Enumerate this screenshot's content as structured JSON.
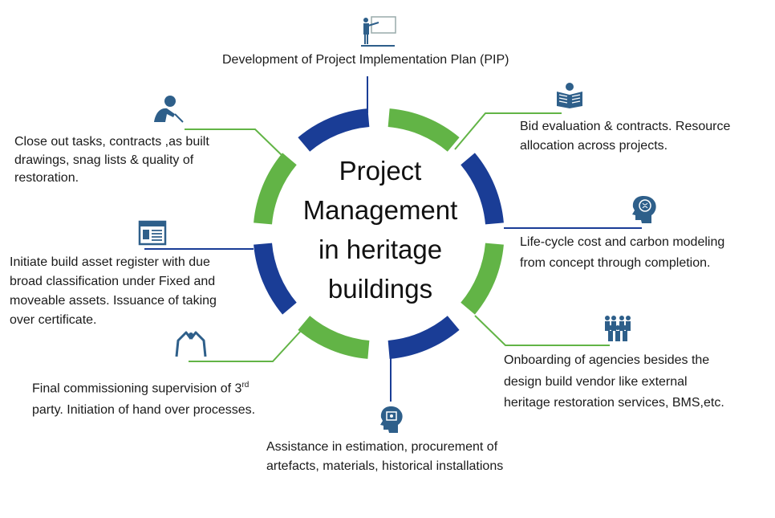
{
  "title": [
    "Project",
    "Management",
    "in heritage",
    "buildings"
  ],
  "colors": {
    "blue": "#1a3d96",
    "green": "#62b446",
    "icon": "#2e5f8a"
  },
  "items": [
    {
      "lines": [
        "Development of Project Implementation Plan (PIP)"
      ],
      "icon": "presenter-icon"
    },
    {
      "lines": [
        "Bid evaluation & contracts. Resource",
        "allocation across projects."
      ],
      "icon": "newspaper-reader-icon"
    },
    {
      "lines": [
        "Life-cycle cost and carbon modeling",
        "from concept through completion."
      ],
      "icon": "head-brain-icon"
    },
    {
      "lines": [
        "Onboarding of agencies besides the",
        "design build vendor like external",
        "heritage restoration services, BMS,etc."
      ],
      "icon": "group-people-icon"
    },
    {
      "lines": [
        "Assistance in estimation, procurement of",
        "artefacts, materials, historical installations"
      ],
      "icon": "head-idea-icon"
    },
    {
      "lines_main": "Final commissioning supervision of 3",
      "sup": "rd",
      "line2": "party. Initiation of hand over processes.",
      "icon": "handshake-icon"
    },
    {
      "lines": [
        "Initiate build asset register with due",
        "broad classification under Fixed and",
        "moveable assets. Issuance of taking",
        "over certificate."
      ],
      "icon": "browser-window-icon"
    },
    {
      "lines": [
        "Close out tasks, contracts ,as built",
        "drawings, snag lists & quality of",
        "restoration."
      ],
      "icon": "person-writing-icon"
    }
  ]
}
